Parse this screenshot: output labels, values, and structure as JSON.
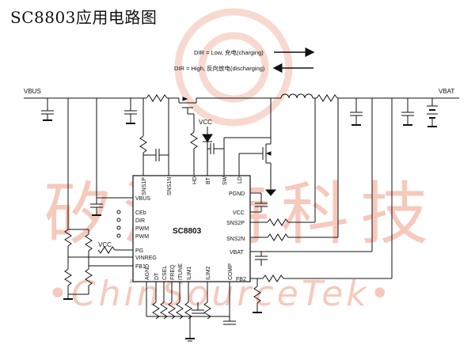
{
  "title": "SC8803应用电路图",
  "watermark": {
    "chinese": "矽源特科技",
    "english": "•ChinSourceTek•"
  },
  "legend": {
    "charging": "DIR = Low, 充电(charging)",
    "discharging": "DIR = High, 反向放电(discharging)"
  },
  "nets": {
    "vbus": "VBUS",
    "vbat": "VBAT",
    "vcc_top": "VCC",
    "vcc_left": "VCC"
  },
  "chip": {
    "name": "SC8803",
    "pins_top": [
      "SNS1P",
      "SNS1N",
      "HD",
      "BT",
      "SW",
      "LD"
    ],
    "pins_left": [
      "VBUS",
      "CEb",
      "DIR",
      "PWM",
      "PWM",
      "PG",
      "VINREG",
      "FB1"
    ],
    "pins_right": [
      "PGND",
      "VCC",
      "SNS2P",
      "SNS2N",
      "VBAT",
      "FB2"
    ],
    "pins_bottom": [
      "AGND",
      "DT",
      "CSEL",
      "FREQ",
      "ITUNE",
      "ILIM1",
      "ILIM2",
      "COMP"
    ]
  }
}
